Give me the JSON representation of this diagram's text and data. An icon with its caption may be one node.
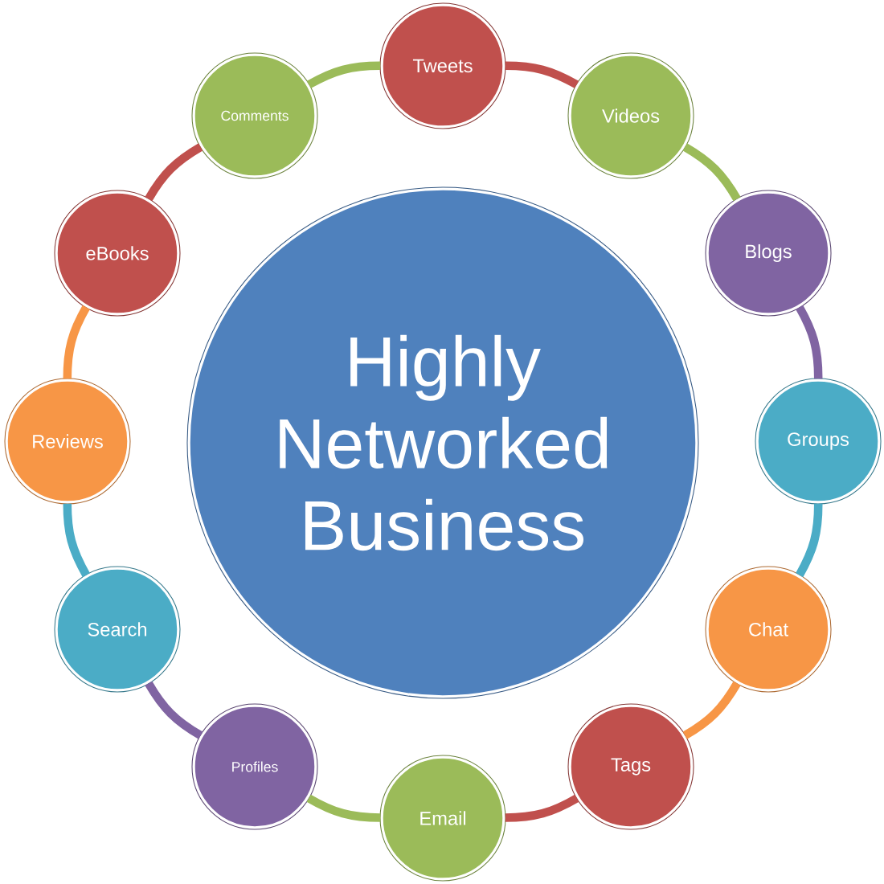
{
  "diagram": {
    "nodes": [
      {
        "text": [
          "Highly Networked Business"
        ]
      },
      {
        "text": [
          "Tweets"
        ]
      },
      {
        "text": [
          "Videos"
        ]
      },
      {
        "text": [
          "Blogs"
        ]
      },
      {
        "text": [
          "Groups"
        ]
      },
      {
        "text": [
          "Chat"
        ]
      },
      {
        "text": [
          "Tags"
        ]
      },
      {
        "text": [
          "Email"
        ]
      },
      {
        "text": [
          "Profiles"
        ]
      },
      {
        "text": [
          "Search"
        ]
      },
      {
        "text": [
          "Reviews"
        ]
      },
      {
        "text": [
          "eBooks"
        ]
      },
      {
        "text": [
          "Comments"
        ]
      }
    ],
    "edges": [
      {
        "from": 1,
        "to": 2,
        "arrow": "none",
        "color": "#c0504d"
      },
      {
        "from": 2,
        "to": 3,
        "arrow": "none",
        "color": "#9bbb59"
      },
      {
        "from": 3,
        "to": 4,
        "arrow": "none",
        "color": "#8064a2"
      },
      {
        "from": 4,
        "to": 5,
        "arrow": "none",
        "color": "#4bacc6"
      },
      {
        "from": 5,
        "to": 6,
        "arrow": "none",
        "color": "#f79646"
      },
      {
        "from": 6,
        "to": 7,
        "arrow": "none",
        "color": "#c0504d"
      },
      {
        "from": 7,
        "to": 8,
        "arrow": "none",
        "color": "#9bbb59"
      },
      {
        "from": 8,
        "to": 9,
        "arrow": "none",
        "color": "#8064a2"
      },
      {
        "from": 9,
        "to": 10,
        "arrow": "none",
        "color": "#4bacc6"
      },
      {
        "from": 10,
        "to": 11,
        "arrow": "none",
        "color": "#f79646"
      },
      {
        "from": 11,
        "to": 12,
        "arrow": "none",
        "color": "#c0504d"
      },
      {
        "from": 12,
        "to": 1,
        "arrow": "none",
        "color": "#9bbb59"
      }
    ]
  }
}
